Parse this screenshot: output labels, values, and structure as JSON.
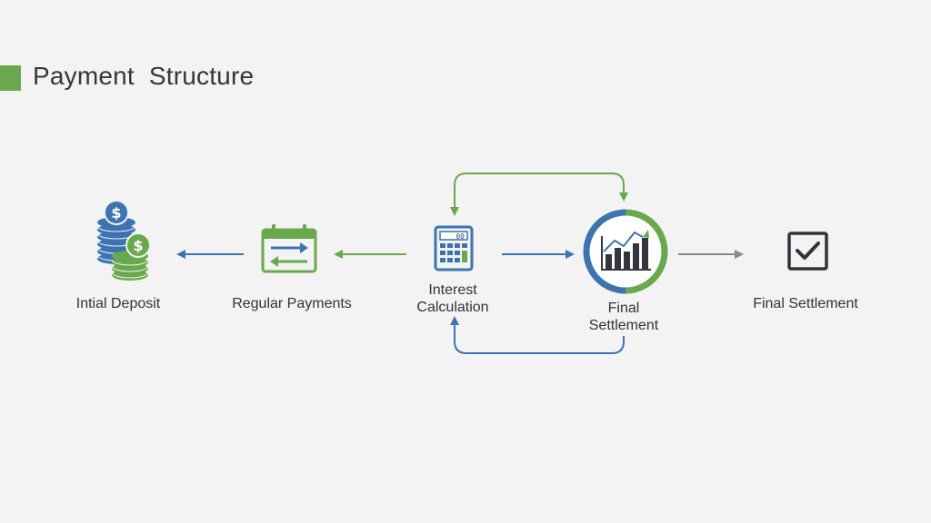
{
  "title": "Payment  Structure",
  "colors": {
    "accent_green": "#6aa84f",
    "accent_blue": "#3d74b0",
    "grey_arrow": "#8a8a8a",
    "text": "#33373b"
  },
  "nodes": [
    {
      "id": "initial-deposit",
      "label": "Intial Deposit",
      "icon": "coins-icon"
    },
    {
      "id": "regular-payments",
      "label": "Regular Payments",
      "icon": "calendar-exchange-icon"
    },
    {
      "id": "interest-calculation",
      "label_line1": "Interest",
      "label_line2": "Calculation",
      "icon": "calculator-icon"
    },
    {
      "id": "final-settlement-chart",
      "label_line1": "Final",
      "label_line2": "Settlement",
      "icon": "growth-chart-icon"
    },
    {
      "id": "final-settlement",
      "label": "Final Settlement",
      "icon": "checkbox-icon"
    }
  ]
}
